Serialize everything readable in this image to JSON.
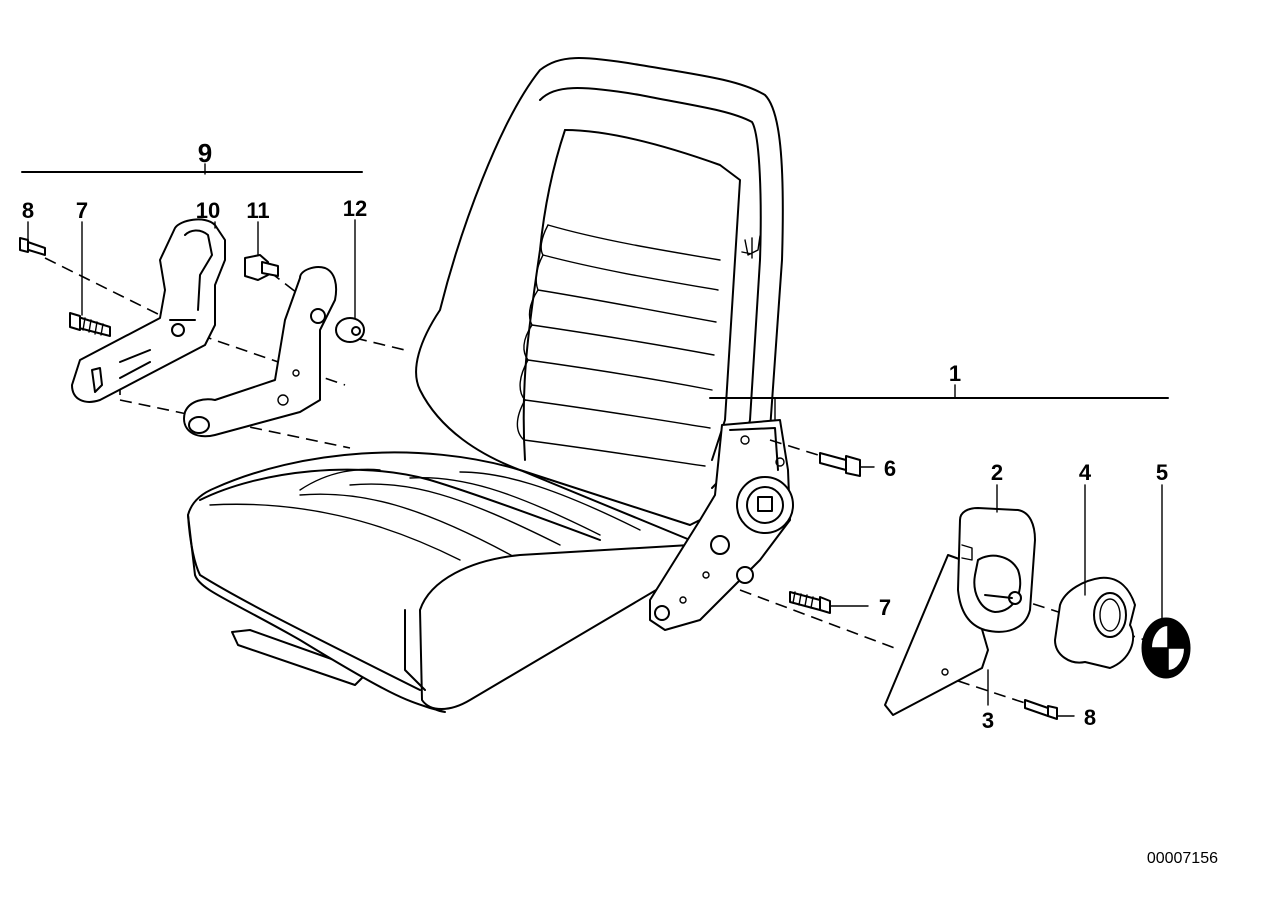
{
  "diagram_number": "00007156",
  "callouts": {
    "c1": "1",
    "c2": "2",
    "c3": "3",
    "c4": "4",
    "c5": "5",
    "c6": "6",
    "c7_right": "7",
    "c8_right": "8",
    "c9": "9",
    "c8_left": "8",
    "c7_left": "7",
    "c10": "10",
    "c11": "11",
    "c12": "12"
  },
  "colors": {
    "ink": "#000000",
    "paper": "#ffffff"
  }
}
